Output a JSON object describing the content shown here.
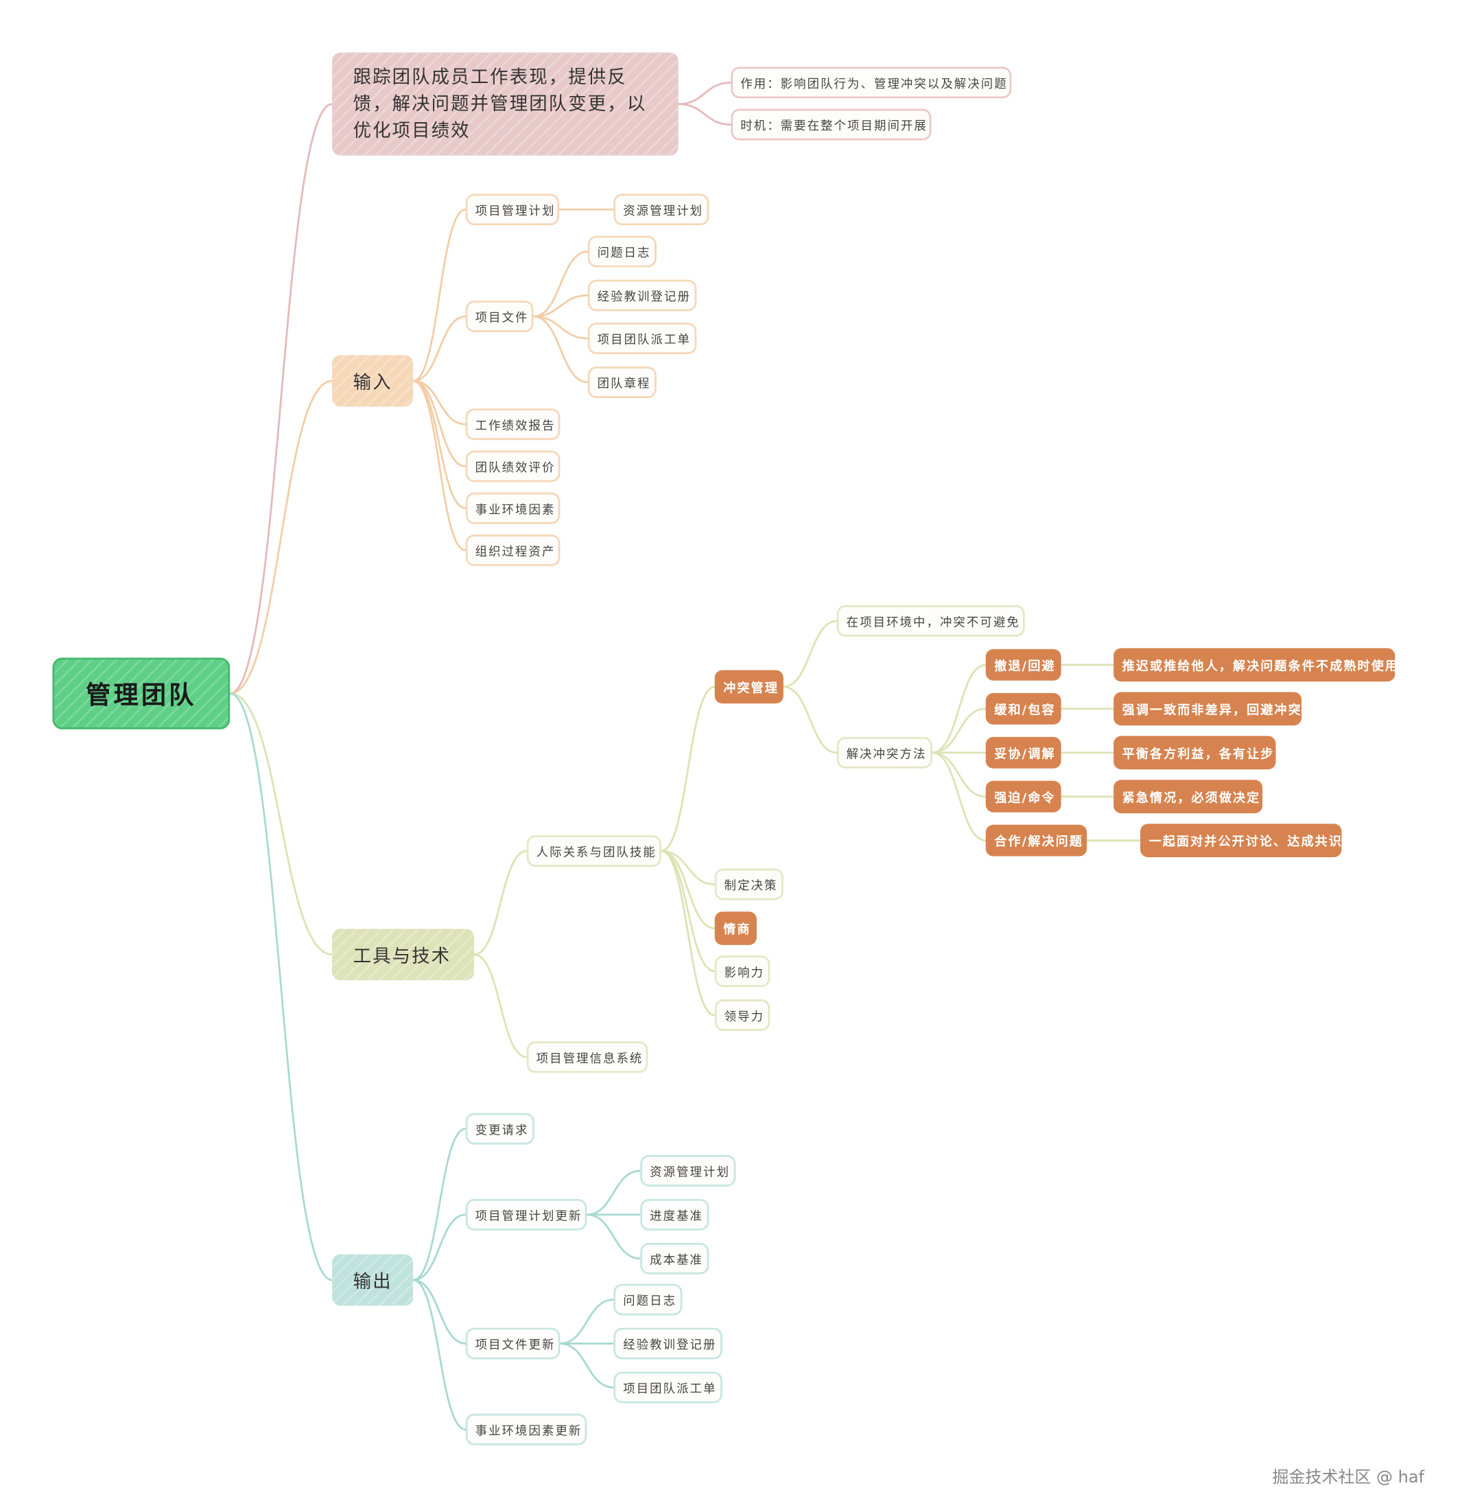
{
  "root": "管理团队",
  "branches": [
    {
      "label": "跟踪团队成员工作表现，提供反馈，解决问题并管理团队变更，以优化项目绩效",
      "color": "#e8c9c9",
      "children": [
        {
          "label": "作用：影响团队行为、管理冲突以及解决问题"
        },
        {
          "label": "时机：需要在整个项目期间开展"
        }
      ]
    },
    {
      "label": "输入",
      "color": "#f6d7b7",
      "children": [
        {
          "label": "项目管理计划",
          "children": [
            {
              "label": "资源管理计划"
            }
          ]
        },
        {
          "label": "项目文件",
          "children": [
            {
              "label": "问题日志"
            },
            {
              "label": "经验教训登记册"
            },
            {
              "label": "项目团队派工单"
            },
            {
              "label": "团队章程"
            }
          ]
        },
        {
          "label": "工作绩效报告"
        },
        {
          "label": "团队绩效评价"
        },
        {
          "label": "事业环境因素"
        },
        {
          "label": "组织过程资产"
        }
      ]
    },
    {
      "label": "工具与技术",
      "color": "#dde3b8",
      "children": [
        {
          "label": "人际关系与团队技能",
          "children": [
            {
              "label": "冲突管理",
              "children": [
                {
                  "label": "在项目环境中，冲突不可避免"
                },
                {
                  "label": "解决冲突方法",
                  "children": [
                    {
                      "label": "撤退/回避",
                      "children": [
                        {
                          "label": "推迟或推给他人，解决问题条件不成熟时使用"
                        }
                      ]
                    },
                    {
                      "label": "缓和/包容",
                      "children": [
                        {
                          "label": "强调一致而非差异，回避冲突"
                        }
                      ]
                    },
                    {
                      "label": "妥协/调解",
                      "children": [
                        {
                          "label": "平衡各方利益，各有让步"
                        }
                      ]
                    },
                    {
                      "label": "强迫/命令",
                      "children": [
                        {
                          "label": "紧急情况，必须做决定"
                        }
                      ]
                    },
                    {
                      "label": "合作/解决问题",
                      "children": [
                        {
                          "label": "一起面对并公开讨论、达成共识"
                        }
                      ]
                    }
                  ]
                }
              ]
            },
            {
              "label": "制定决策"
            },
            {
              "label": "情商"
            },
            {
              "label": "影响力"
            },
            {
              "label": "领导力"
            }
          ]
        },
        {
          "label": "项目管理信息系统"
        }
      ]
    },
    {
      "label": "输出",
      "color": "#bfe2dc",
      "children": [
        {
          "label": "变更请求"
        },
        {
          "label": "项目管理计划更新",
          "children": [
            {
              "label": "资源管理计划"
            },
            {
              "label": "进度基准"
            },
            {
              "label": "成本基准"
            }
          ]
        },
        {
          "label": "项目文件更新",
          "children": [
            {
              "label": "问题日志"
            },
            {
              "label": "经验教训登记册"
            },
            {
              "label": "项目团队派工单"
            }
          ]
        },
        {
          "label": "事业环境因素更新"
        }
      ]
    }
  ],
  "colors": {
    "root": "#5fcf87",
    "accent_orange": "#d7834f",
    "link_pink": "#e5b9b9",
    "link_peach": "#f3cda6",
    "link_olive": "#dce3b4",
    "link_teal": "#a8d9d1"
  },
  "watermark": "掘金技术社区 @ haf"
}
